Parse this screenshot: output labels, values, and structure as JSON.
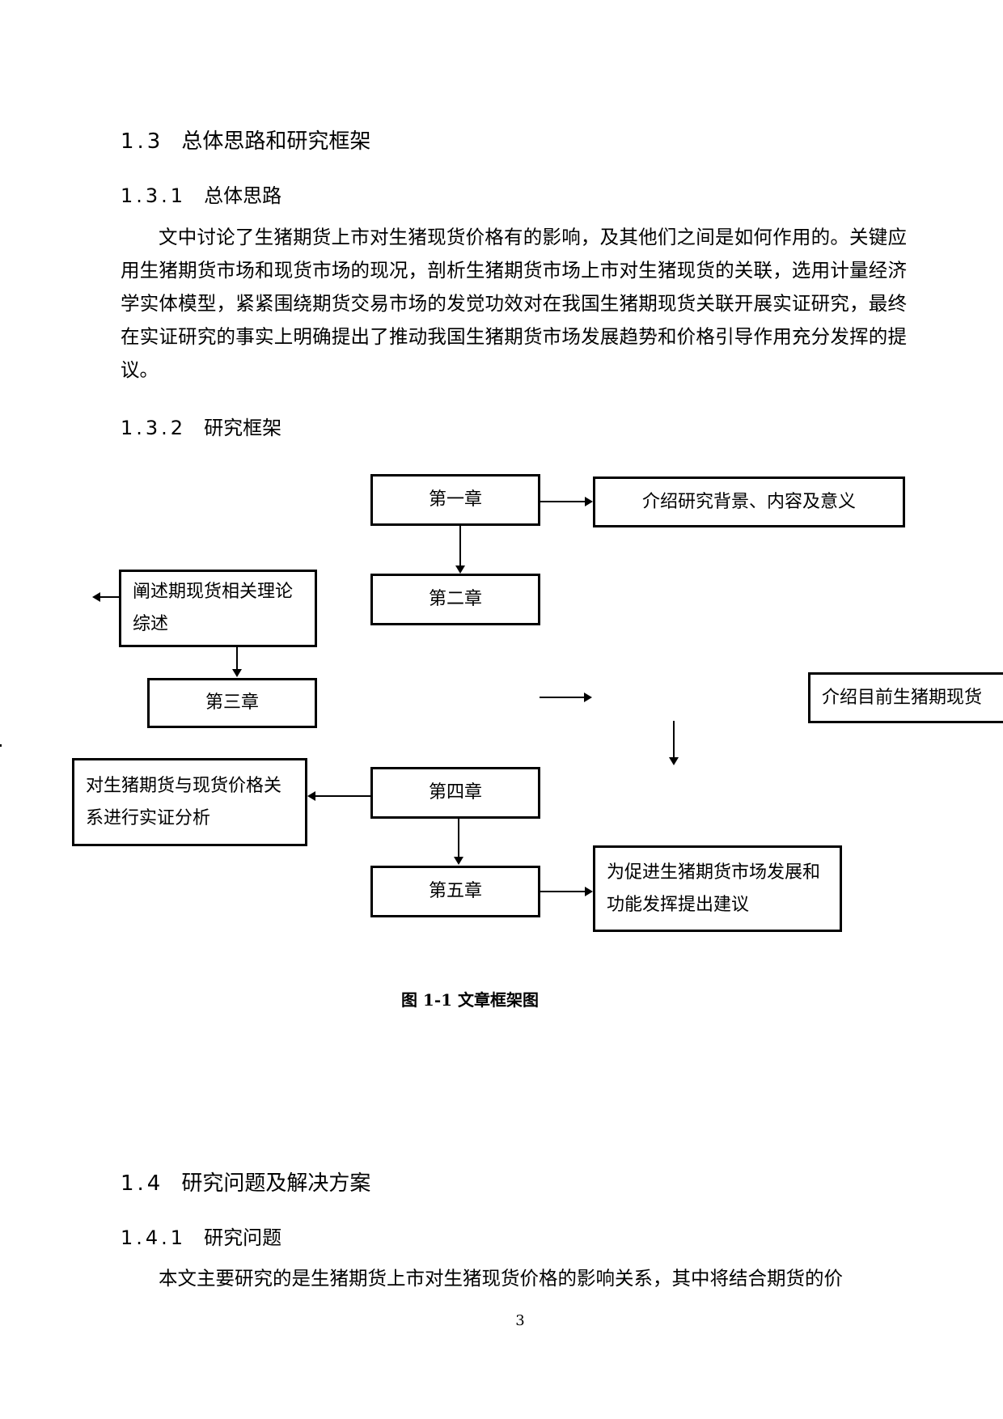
{
  "sections": {
    "s1_3": {
      "number": "1.3",
      "title": "总体思路和研究框架"
    },
    "s1_3_1": {
      "number": "1.3.1",
      "title": "总体思路"
    },
    "p1": "文中讨论了生猪期货上市对生猪现货价格有的影响，及其他们之间是如何作用的。关键应用生猪期货市场和现货市场的现况，剖析生猪期货市场上市对生猪现货的关联，选用计量经济学实体模型，紧紧围绕期货交易市场的发觉功效对在我国生猪期现货关联开展实证研究，最终在实证研究的事实上明确提出了推动我国生猪期货市场发展趋势和价格引导作用充分发挥的提议。",
    "s1_3_2": {
      "number": "1.3.2",
      "title": "研究框架"
    },
    "s1_4": {
      "number": "1.4",
      "title": "研究问题及解决方案"
    },
    "s1_4_1": {
      "number": "1.4.1",
      "title": "研究问题"
    },
    "p2": "本文主要研究的是生猪期货上市对生猪现货价格的影响关系，其中将结合期货的价"
  },
  "diagram": {
    "ch1": "第一章",
    "ch1_desc": "介绍研究背景、内容及意义",
    "ch2": "第二章",
    "ch2_desc": "阐述期现货相关理论综述",
    "ch3": "第三章",
    "ch3_desc": "介绍目前生猪期现货",
    "ch4": "第四章",
    "ch4_desc": "对生猪期货与现货价格关系进行实证分析",
    "ch5": "第五章",
    "ch5_desc": "为促进生猪期货市场发展和功能发挥提出建议"
  },
  "caption": "图 1-1 文章框架图",
  "page_number": "3"
}
